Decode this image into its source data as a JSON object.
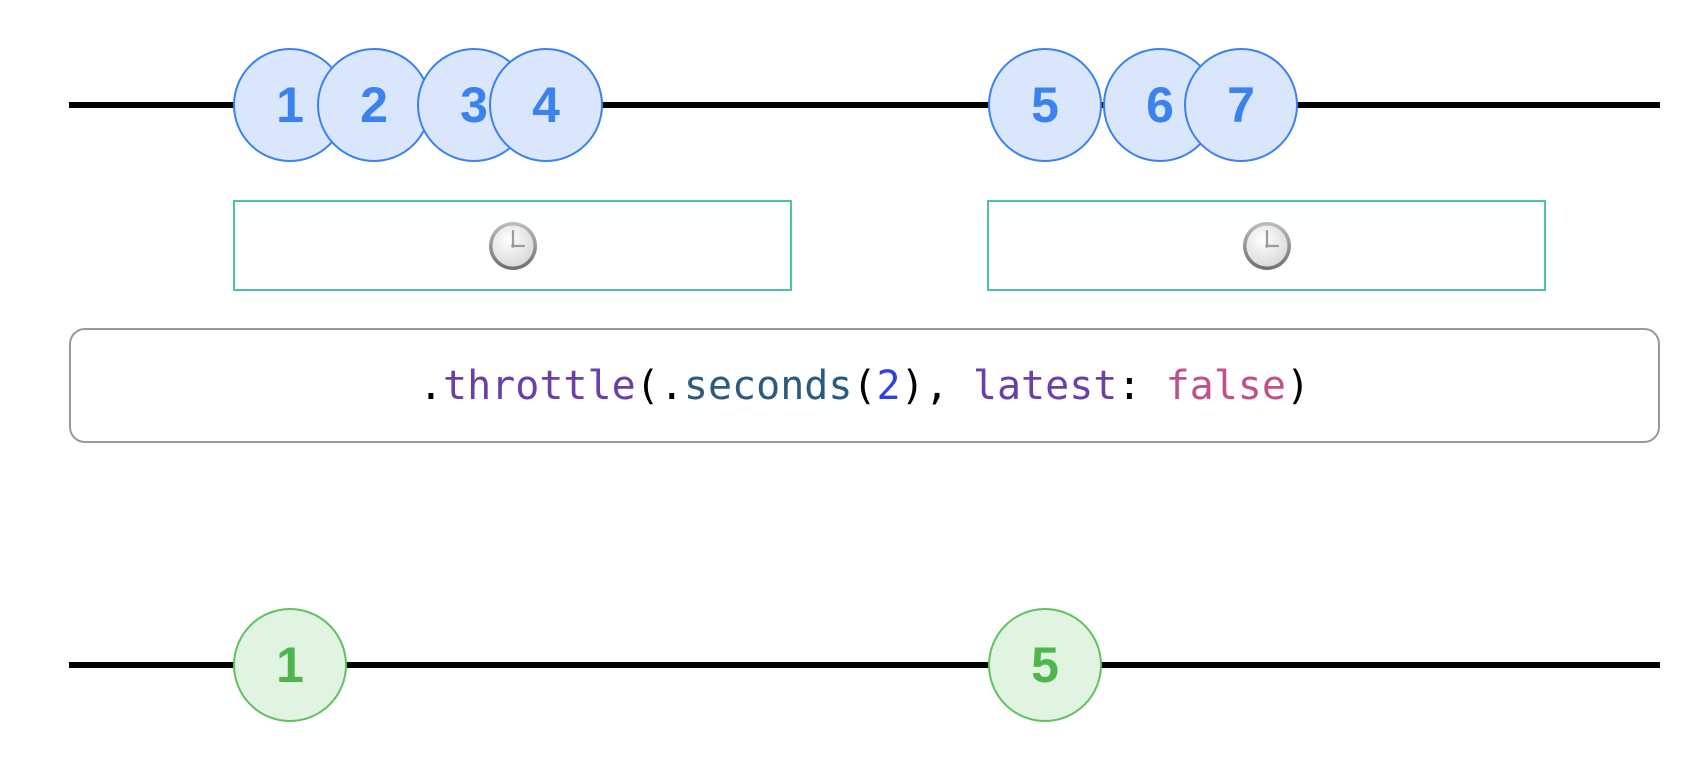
{
  "diagram": {
    "input_marbles": [
      {
        "label": "1"
      },
      {
        "label": "2"
      },
      {
        "label": "3"
      },
      {
        "label": "4"
      },
      {
        "label": "5"
      },
      {
        "label": "6"
      },
      {
        "label": "7"
      }
    ],
    "output_marbles": [
      {
        "label": "1"
      },
      {
        "label": "5"
      }
    ],
    "operator": {
      "dot": ".",
      "method": "throttle",
      "open_paren": "(",
      "dot2": ".",
      "interval_type": "seconds",
      "inner_open": "(",
      "interval_value": "2",
      "inner_close": ")",
      "comma": ", ",
      "param_label": "latest",
      "colon": ": ",
      "param_value": "false",
      "close_paren": ")"
    },
    "throttle_window_icon": "clock-icon",
    "colors": {
      "input_fill": "#d9e6fc",
      "input_stroke": "#3b82ee",
      "output_fill": "#e1f4e1",
      "output_stroke": "#61c161",
      "window_border": "#4cc3a9"
    }
  }
}
